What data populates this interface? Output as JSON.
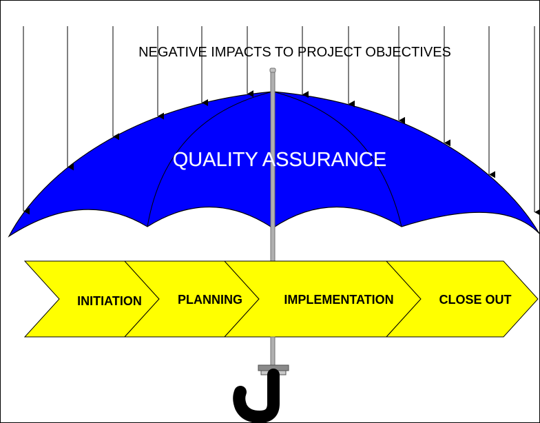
{
  "header": {
    "text": "NEGATIVE IMPACTS TO PROJECT OBJECTIVES"
  },
  "umbrella": {
    "label": "QUALITY ASSURANCE",
    "canopy_color": "#0000ff",
    "shaft_color": "#b0b0b0",
    "handle_color": "#000000"
  },
  "phases": [
    {
      "label": "INITIATION"
    },
    {
      "label": "PLANNING"
    },
    {
      "label": "IMPLEMENTATION"
    },
    {
      "label": "CLOSE OUT"
    }
  ],
  "phase_color": "#ffff00"
}
